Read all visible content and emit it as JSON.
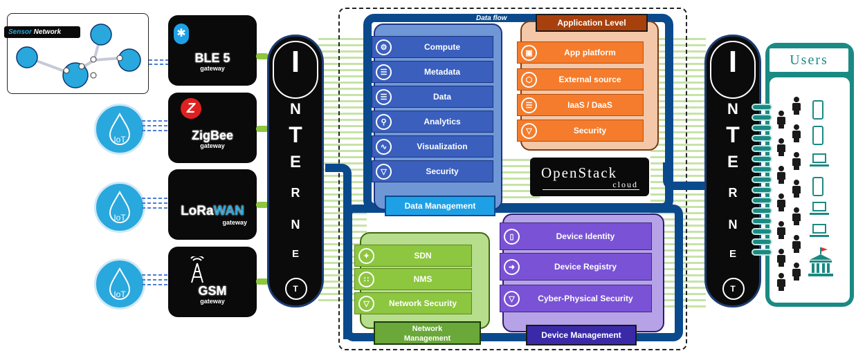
{
  "sensor_network": {
    "label_sensor": "Sensor",
    "label_network": " Network"
  },
  "gateways": [
    {
      "name": "BLE 5",
      "sub": "gateway",
      "logo": "bluetooth-icon"
    },
    {
      "name": "ZigBee",
      "sub": "gateway",
      "logo": "zigbee-icon"
    },
    {
      "name_a": "LoRa",
      "name_b": "WAN",
      "sub": "gateway",
      "logo": "lorawan-logo"
    },
    {
      "name": "GSM",
      "sub": "gateway",
      "logo": "antenna-tower-icon"
    }
  ],
  "iot_label": "IoT",
  "internet_letters": [
    "I",
    "N",
    "T",
    "E",
    "R",
    "N",
    "E",
    "T"
  ],
  "data_flow": "Data flow",
  "data_management": {
    "title": "Data Management",
    "items": [
      {
        "label": "Compute",
        "icon": "gears-icon"
      },
      {
        "label": "Metadata",
        "icon": "database-icon"
      },
      {
        "label": "Data",
        "icon": "database-icon"
      },
      {
        "label": "Analytics",
        "icon": "magnifier-icon"
      },
      {
        "label": "Visualization",
        "icon": "chart-line-icon"
      },
      {
        "label": "Security",
        "icon": "shield-icon"
      }
    ]
  },
  "application_level": {
    "title": "Application Level",
    "items": [
      {
        "label": "App platform",
        "icon": "window-icon"
      },
      {
        "label": "External source",
        "icon": "network-icon"
      },
      {
        "label": "IaaS / DaaS",
        "icon": "server-icon"
      },
      {
        "label": "Security",
        "icon": "shield-icon"
      }
    ]
  },
  "openstack": {
    "name": "OpenStack",
    "sub": "cloud"
  },
  "network_management": {
    "title_line1": "Network",
    "title_line2": "Management",
    "items": [
      {
        "label": "SDN",
        "icon": "sdn-icon"
      },
      {
        "label": "NMS",
        "icon": "nms-icon"
      },
      {
        "label": "Network Security",
        "icon": "shield-icon"
      }
    ]
  },
  "device_management": {
    "title": "Device Management",
    "items": [
      {
        "label": "Device Identity",
        "icon": "tablet-icon"
      },
      {
        "label": "Device Registry",
        "icon": "login-icon"
      },
      {
        "label": "Cyber-Physical Security",
        "icon": "shield-icon"
      }
    ]
  },
  "users": {
    "title": "Users"
  },
  "colors": {
    "dark_blue": "#0a4a8c",
    "data_blue": "#3a5fbd",
    "app_orange": "#f47c2c",
    "net_green": "#8dc63f",
    "dev_purple": "#7a52d6",
    "teal": "#1a8a83",
    "iot_blue": "#29a8dd"
  }
}
